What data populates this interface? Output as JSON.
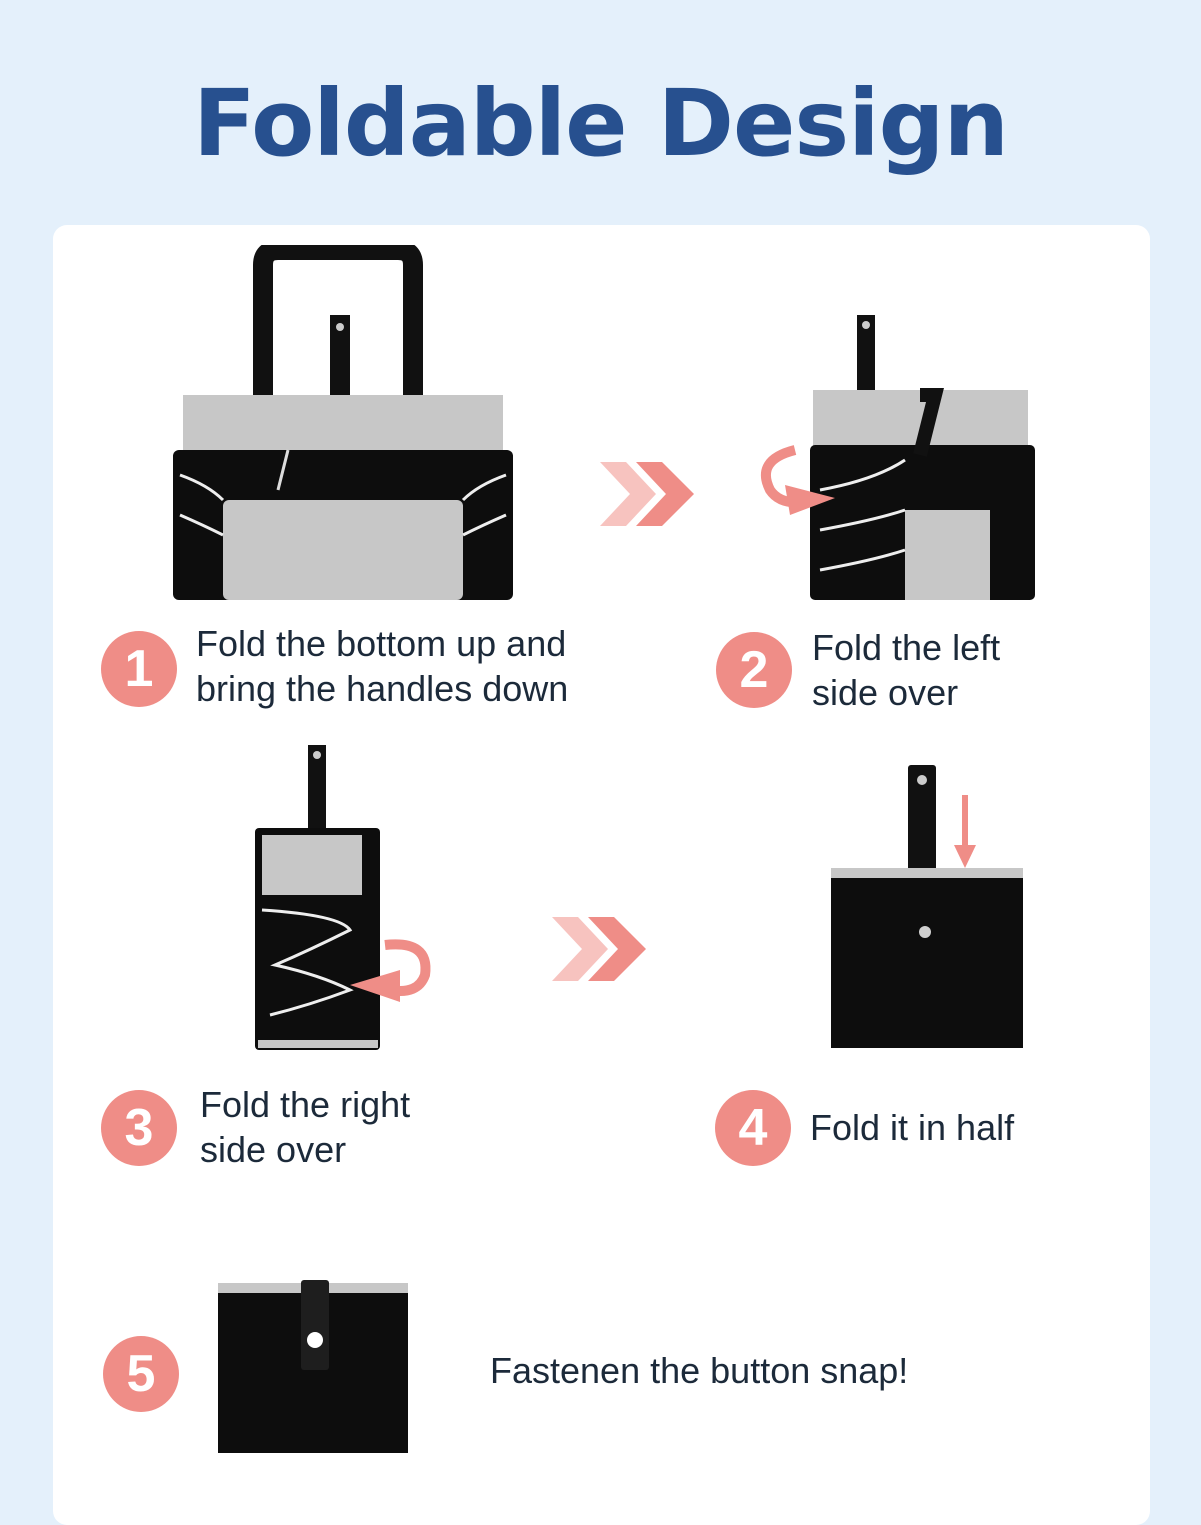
{
  "title": "Foldable Design",
  "colors": {
    "background": "#e4f0fb",
    "title": "#27508f",
    "badge": "#ef8d87",
    "card": "#ffffff"
  },
  "steps": [
    {
      "number": "1",
      "text": "Fold the bottom up and\nbring the handles down"
    },
    {
      "number": "2",
      "text": "Fold the left\nside over"
    },
    {
      "number": "3",
      "text": "Fold the right\nside over"
    },
    {
      "number": "4",
      "text": "Fold it in half"
    },
    {
      "number": "5",
      "text": "Fastenen the button snap!"
    }
  ]
}
